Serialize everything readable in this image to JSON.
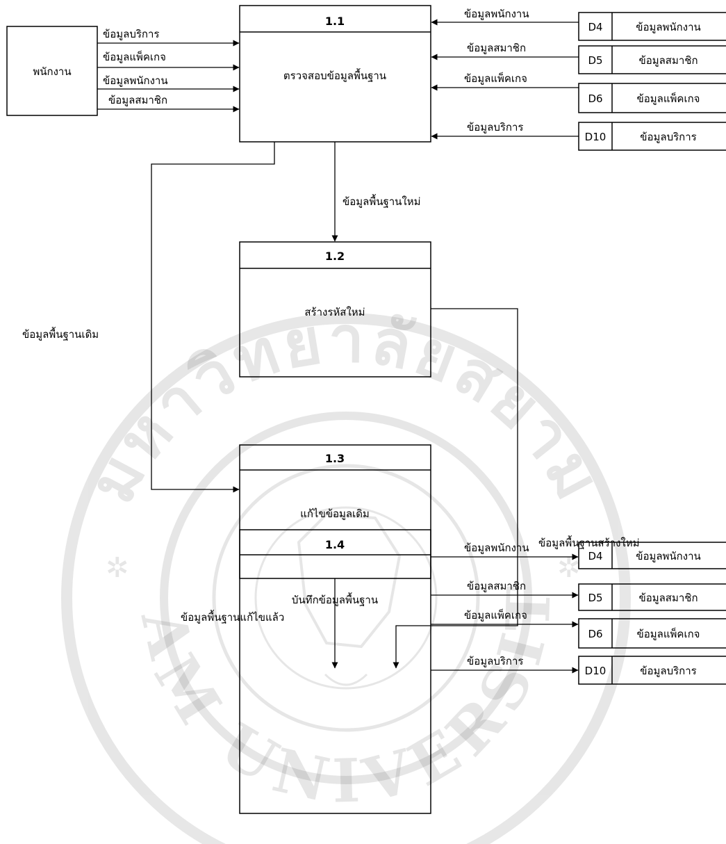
{
  "watermark": {
    "university_top": "มหาวิทยาลัยสยาม",
    "university_bottom": "SIAM UNIVERSITY"
  },
  "external_entity": {
    "label": "พนักงาน"
  },
  "processes": [
    {
      "id": "1.1",
      "label": "ตรวจสอบข้อมูลพื้นฐาน"
    },
    {
      "id": "1.2",
      "label": "สร้างรหัสใหม่"
    },
    {
      "id": "1.3",
      "label": "แก้ไขข้อมูลเดิม"
    },
    {
      "id": "1.4",
      "label": "บันทึกข้อมูลพื้นฐาน"
    }
  ],
  "stores_top": [
    {
      "id": "D4",
      "name": "ข้อมูลพนักงาน"
    },
    {
      "id": "D5",
      "name": "ข้อมูลสมาชิก"
    },
    {
      "id": "D6",
      "name": "ข้อมูลแพ็คเกจ"
    },
    {
      "id": "D10",
      "name": "ข้อมูลบริการ"
    }
  ],
  "stores_bottom": [
    {
      "id": "D4",
      "name": "ข้อมูลพนักงาน"
    },
    {
      "id": "D5",
      "name": "ข้อมูลสมาชิก"
    },
    {
      "id": "D6",
      "name": "ข้อมูลแพ็คเกจ"
    },
    {
      "id": "D10",
      "name": "ข้อมูลบริการ"
    }
  ],
  "flows": {
    "entity_in": [
      "ข้อมูลบริการ",
      "ข้อมูลแพ็คเกจ",
      "ข้อมูลพนักงาน",
      "ข้อมูลสมาชิก"
    ],
    "stores_top_in": [
      "ข้อมูลพนักงาน",
      "ข้อมูลสมาชิก",
      "ข้อมูลแพ็คเกจ",
      "ข้อมูลบริการ"
    ],
    "p11_to_p12": "ข้อมูลพื้นฐานใหม่",
    "p11_to_p13": "ข้อมูลพื้นฐานเดิม",
    "p12_to_p14": "ข้อมูลพื้นฐานสร้างใหม่",
    "p13_to_p14": "ข้อมูลพื้นฐานแก้ไขแล้ว",
    "p14_out": [
      "ข้อมูลพนักงาน",
      "ข้อมูลสมาชิก",
      "ข้อมูลแพ็คเกจ",
      "ข้อมูลบริการ"
    ]
  }
}
